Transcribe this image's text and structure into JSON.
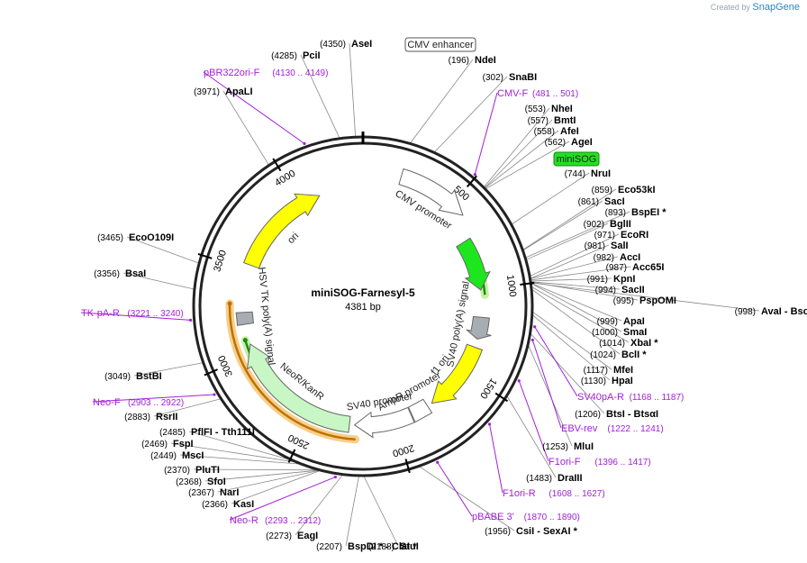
{
  "branding": {
    "prefix": "Created by",
    "name": "SnapGene"
  },
  "plasmid": {
    "name": "miniSOG-Farnesyl-5",
    "length": "4381 bp",
    "size": 4381
  },
  "ticks": [
    {
      "pos": 500,
      "label": "500"
    },
    {
      "pos": 1000,
      "label": "1000"
    },
    {
      "pos": 1500,
      "label": "1500"
    },
    {
      "pos": 2000,
      "label": "2000"
    },
    {
      "pos": 2500,
      "label": "2500"
    },
    {
      "pos": 3000,
      "label": "3000"
    },
    {
      "pos": 3500,
      "label": "3500"
    },
    {
      "pos": 4000,
      "label": "4000"
    }
  ],
  "boxed_labels": [
    {
      "text": "CMV enhancer",
      "style": "outline"
    },
    {
      "text": "miniSOG",
      "style": "green"
    }
  ],
  "features": [
    {
      "name": "CMV promoter",
      "start": 200,
      "end": 580,
      "ring": 1,
      "color": "#ffffff",
      "label": "CMV promoter"
    },
    {
      "name": "miniSOG",
      "start": 700,
      "end": 1000,
      "ring": 2,
      "color": "#1ee61e",
      "label": ""
    },
    {
      "name": "SV40 poly(A) signal",
      "start": 1160,
      "end": 1290,
      "ring": 2,
      "color": "#a8adb3",
      "label": "SV40 poly(A) signal"
    },
    {
      "name": "f1 ori",
      "start": 1340,
      "end": 1760,
      "ring": 2,
      "color": "#ffff00",
      "label": "f1 ori"
    },
    {
      "name": "AmpR promoter",
      "start": 1790,
      "end": 1895,
      "ring": 2,
      "color": "#ffffff",
      "label": "AmpR promoter"
    },
    {
      "name": "SV40 promoter",
      "start": 1900,
      "end": 2240,
      "ring": 2,
      "color": "#ffffff",
      "label": "SV40 promoter"
    },
    {
      "name": "NeoR/KanR",
      "start": 2270,
      "end": 3060,
      "ring": 2,
      "color": "#c8f7c5",
      "label": "NeoR/KanR"
    },
    {
      "name": "HSV TK poly(A) signal",
      "start": 3180,
      "end": 3250,
      "ring": 2,
      "color": "#a8adb3",
      "label": "HSV TK poly(A) signal"
    },
    {
      "name": "ori",
      "start": 3530,
      "end": 4120,
      "ring": 2,
      "color": "#ffff00",
      "label": "ori"
    }
  ],
  "highlight_arcs": [
    {
      "start": 720,
      "end": 1030,
      "direction": "cw",
      "color": "#1a8a1a",
      "glow": "#c8f0a0"
    },
    {
      "start": 2290,
      "end": 3090,
      "direction": "ccw",
      "color": "#1a8a1a",
      "glow": "#c8f0a0"
    },
    {
      "start": 2230,
      "end": 3300,
      "direction": "ccw",
      "color": "#c07000",
      "glow": "#f6cf8a"
    }
  ],
  "restriction_sites": [
    {
      "text": "AseI",
      "pos": "(4350)",
      "bp": 4350
    },
    {
      "text": "PciI",
      "pos": "(4285)",
      "bp": 4285
    },
    {
      "text": "ApaLI",
      "pos": "(3971)",
      "bp": 3971
    },
    {
      "text": "EcoO109I",
      "pos": "(3465)",
      "bp": 3465
    },
    {
      "text": "BsaI",
      "pos": "(3356)",
      "bp": 3356
    },
    {
      "text": "BstBI",
      "pos": "(3049)",
      "bp": 3049
    },
    {
      "text": "RsrII",
      "pos": "(2883)",
      "bp": 2883
    },
    {
      "text": "PflFI  - Tth111I",
      "pos": "(2485)",
      "bp": 2485
    },
    {
      "text": "FspI",
      "pos": "(2469)",
      "bp": 2469
    },
    {
      "text": "MscI",
      "pos": "(2449)",
      "bp": 2449
    },
    {
      "text": "PluTI",
      "pos": "(2370)",
      "bp": 2370
    },
    {
      "text": "SfoI",
      "pos": "(2368)",
      "bp": 2368
    },
    {
      "text": "NarI",
      "pos": "(2367)",
      "bp": 2367
    },
    {
      "text": "KasI",
      "pos": "(2366)",
      "bp": 2366
    },
    {
      "text": "EagI",
      "pos": "(2273)",
      "bp": 2273
    },
    {
      "text": "BspDI *  - ClaI *",
      "pos": "(2207)",
      "bp": 2207
    },
    {
      "text": "StuI",
      "pos": "(2188)",
      "bp": 2188
    },
    {
      "text": "CsiI  - SexAI *",
      "pos": "(1956)",
      "bp": 1956
    },
    {
      "text": "NdeI",
      "pos": "(196)",
      "bp": 196
    },
    {
      "text": "SnaBI",
      "pos": "(302)",
      "bp": 302
    },
    {
      "text": "NheI",
      "pos": "(553)",
      "bp": 553
    },
    {
      "text": "BmtI",
      "pos": "(557)",
      "bp": 557
    },
    {
      "text": "AfeI",
      "pos": "(558)",
      "bp": 558
    },
    {
      "text": "AgeI",
      "pos": "(562)",
      "bp": 562
    },
    {
      "text": "NruI",
      "pos": "(744)",
      "bp": 744
    },
    {
      "text": "Eco53kI",
      "pos": "(859)",
      "bp": 859
    },
    {
      "text": "SacI",
      "pos": "(861)",
      "bp": 861
    },
    {
      "text": "BspEI *",
      "pos": "(893)",
      "bp": 893
    },
    {
      "text": "BglII",
      "pos": "(902)",
      "bp": 902
    },
    {
      "text": "EcoRI",
      "pos": "(971)",
      "bp": 971
    },
    {
      "text": "SalI",
      "pos": "(981)",
      "bp": 981
    },
    {
      "text": "AccI",
      "pos": "(982)",
      "bp": 982
    },
    {
      "text": "Acc65I",
      "pos": "(987)",
      "bp": 987
    },
    {
      "text": "KpnI",
      "pos": "(991)",
      "bp": 991
    },
    {
      "text": "SacII",
      "pos": "(994)",
      "bp": 994
    },
    {
      "text": "PspOMI",
      "pos": "(995)",
      "bp": 995
    },
    {
      "text": "AvaI  - BsoBI  - TspMI  - XmaI",
      "pos": "(998)",
      "bp": 998
    },
    {
      "text": "ApaI",
      "pos": "(999)",
      "bp": 999
    },
    {
      "text": "SmaI",
      "pos": "(1000)",
      "bp": 1000
    },
    {
      "text": "XbaI *",
      "pos": "(1014)",
      "bp": 1014
    },
    {
      "text": "BclI *",
      "pos": "(1024)",
      "bp": 1024
    },
    {
      "text": "MfeI",
      "pos": "(1117)",
      "bp": 1117
    },
    {
      "text": "HpaI",
      "pos": "(1130)",
      "bp": 1130
    },
    {
      "text": "BtsI  - BtsαI",
      "pos": "(1206)",
      "bp": 1206
    },
    {
      "text": "MluI",
      "pos": "(1253)",
      "bp": 1253
    },
    {
      "text": "DraIII",
      "pos": "(1483)",
      "bp": 1483
    }
  ],
  "primers": [
    {
      "text": "pBR322ori-F",
      "pos": "(4130 .. 4149)",
      "bp": 4140
    },
    {
      "text": "TK-pA-R",
      "pos": "(3221 .. 3240)",
      "bp": 3230
    },
    {
      "text": "Neo-F",
      "pos": "(2903 .. 2922)",
      "bp": 2912
    },
    {
      "text": "Neo-R",
      "pos": "(2293 .. 2312)",
      "bp": 2302
    },
    {
      "text": "pBABE 3'",
      "pos": "(1870 .. 1890)",
      "bp": 1880
    },
    {
      "text": "CMV-F",
      "pos": "(481 .. 501)",
      "bp": 491
    },
    {
      "text": "SV40pA-R",
      "pos": "(1168 .. 1187)",
      "bp": 1178
    },
    {
      "text": "EBV-rev",
      "pos": "(1222 .. 1241)",
      "bp": 1232
    },
    {
      "text": "F1ori-F",
      "pos": "(1396 .. 1417)",
      "bp": 1406
    },
    {
      "text": "F1ori-R",
      "pos": "(1608 .. 1627)",
      "bp": 1618
    }
  ]
}
